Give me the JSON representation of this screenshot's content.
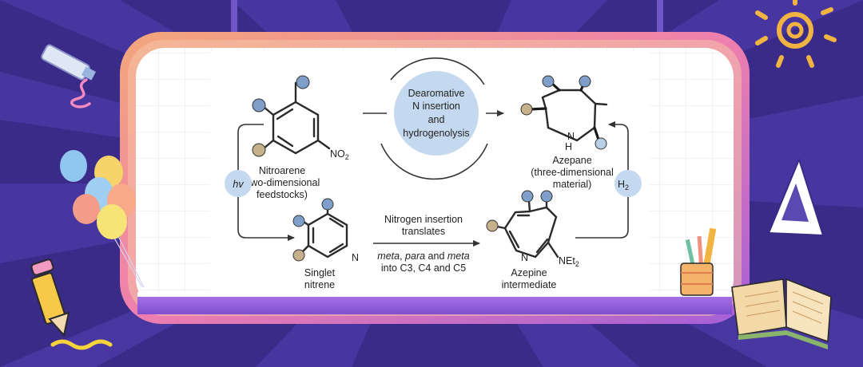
{
  "diagram": {
    "center_circle": [
      "Dearomative",
      "N insertion",
      "and",
      "hydrogenolysis"
    ],
    "nitroarene": {
      "label_lines": [
        "Nitroarene",
        "(two-dimensional",
        "feedstocks)"
      ],
      "group_main": "NO",
      "group_sub": "2"
    },
    "light_badge": "hv",
    "hydrogen_badge": {
      "main": "H",
      "sub": "2"
    },
    "azepane": {
      "label_lines": [
        "Azepane",
        "(three-dimensional",
        "material)"
      ],
      "nh_label": "H",
      "n_label": "N"
    },
    "singlet_nitrene": {
      "label_lines": [
        "Singlet",
        "nitrene"
      ],
      "n_label": "N"
    },
    "insertion_text": {
      "line1": "Nitrogen insertion",
      "line2": "translates",
      "line3_parts": [
        "meta",
        ", ",
        "para",
        " and ",
        "meta"
      ],
      "line4": "into C3, C4 and C5"
    },
    "azepine": {
      "label_lines": [
        "Azepine",
        "intermediate"
      ],
      "n_label": "N",
      "group_main": "NEt",
      "group_sub": "2"
    },
    "colors": {
      "substituent_blue": "#7e9fc9",
      "substituent_tan": "#c7b08c",
      "substituent_light": "#b8cfe6",
      "circle_fill": "#c4d9ef",
      "frame_gradient": [
        "#f09a74",
        "#e86fb0",
        "#a45fd8"
      ]
    }
  }
}
